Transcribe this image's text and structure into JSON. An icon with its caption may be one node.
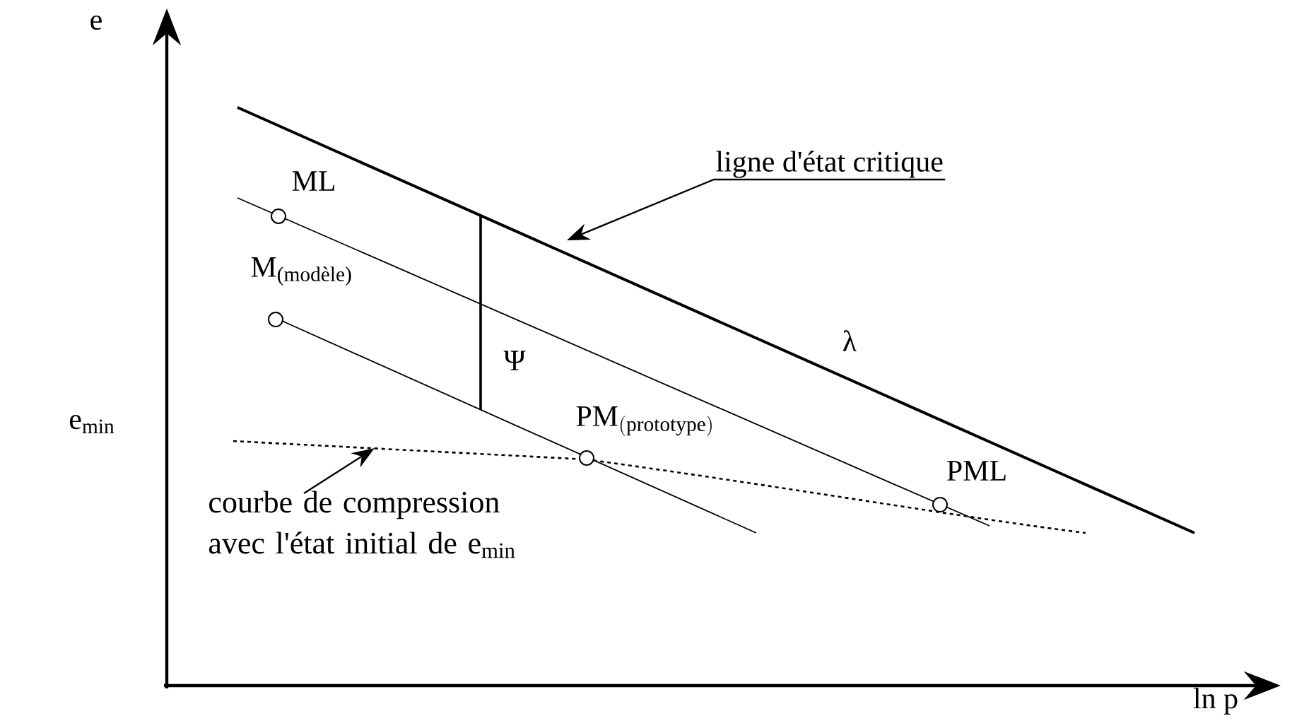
{
  "diagram": {
    "nodes": [
      {
        "text": [
          "ligne d'état critique"
        ]
      },
      {
        "text": [
          "courbe de compression avec l'état initial de e$_{min}$"
        ]
      }
    ],
    "edges": [
      {
        "from": 0,
        "to": null,
        "arrow": "to"
      },
      {
        "from": 1,
        "to": null,
        "arrow": "to"
      }
    ],
    "labels": [
      "e",
      "e$_{min}$",
      "ln p",
      "ML",
      "M$_{(modèle)}$",
      "Ψ",
      "λ",
      "\\mathrm{PM}_{\\mathrm{(prototype)}}",
      "PML"
    ]
  }
}
